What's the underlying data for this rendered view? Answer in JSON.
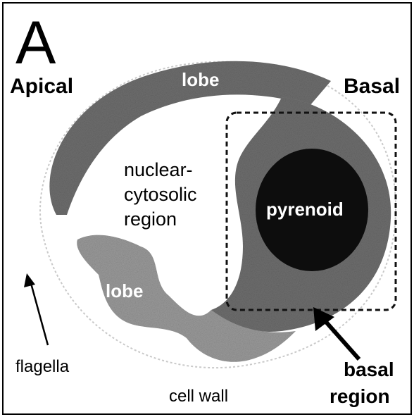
{
  "panel_letter": "A",
  "labels": {
    "apical": "Apical",
    "basal": "Basal",
    "lobe_top": "lobe",
    "lobe_bottom": "lobe",
    "nuclear_line1": "nuclear-",
    "nuclear_line2": "cytosolic",
    "nuclear_line3": "region",
    "pyrenoid": "pyrenoid",
    "flagella": "flagella",
    "cell_wall": "cell wall",
    "basal_region_line1": "basal",
    "basal_region_line2": "region"
  },
  "colors": {
    "chloroplast": "#6e6e6e",
    "chloroplast_light": "#9a9a9a",
    "pyrenoid": "#0d0d0d",
    "background": "#ffffff",
    "border": "#000000"
  }
}
